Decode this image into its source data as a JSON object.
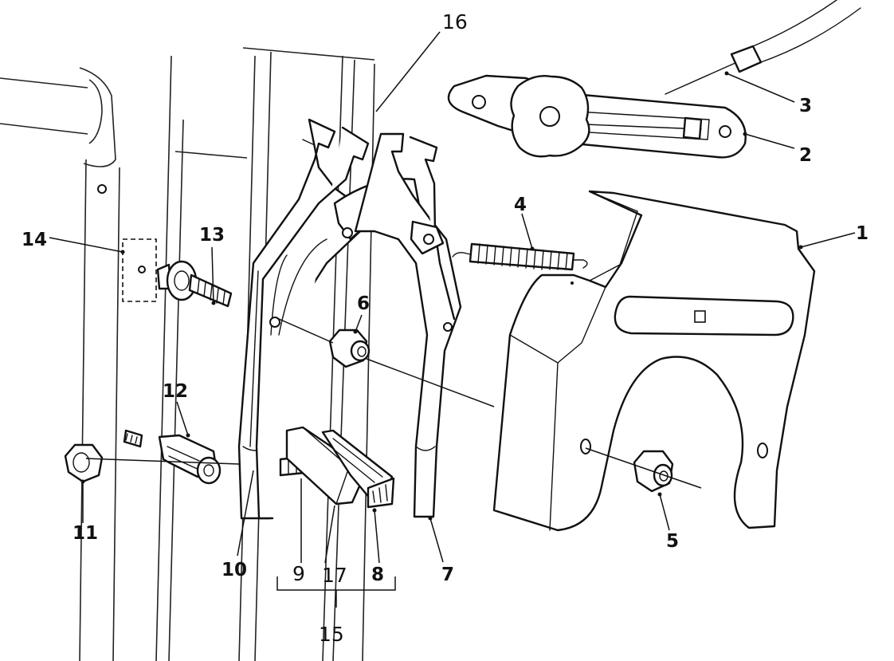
{
  "callouts": {
    "n1": "1",
    "n2": "2",
    "n3": "3",
    "n4": "4",
    "n5": "5",
    "n6": "6",
    "n7": "7",
    "n8": "8",
    "n9": "9",
    "n10": "10",
    "n11": "11",
    "n12": "12",
    "n13": "13",
    "n14": "14",
    "n15": "15",
    "n16": "16",
    "n17": "17"
  },
  "colors": {
    "line": "#111111",
    "background": "#ffffff"
  }
}
